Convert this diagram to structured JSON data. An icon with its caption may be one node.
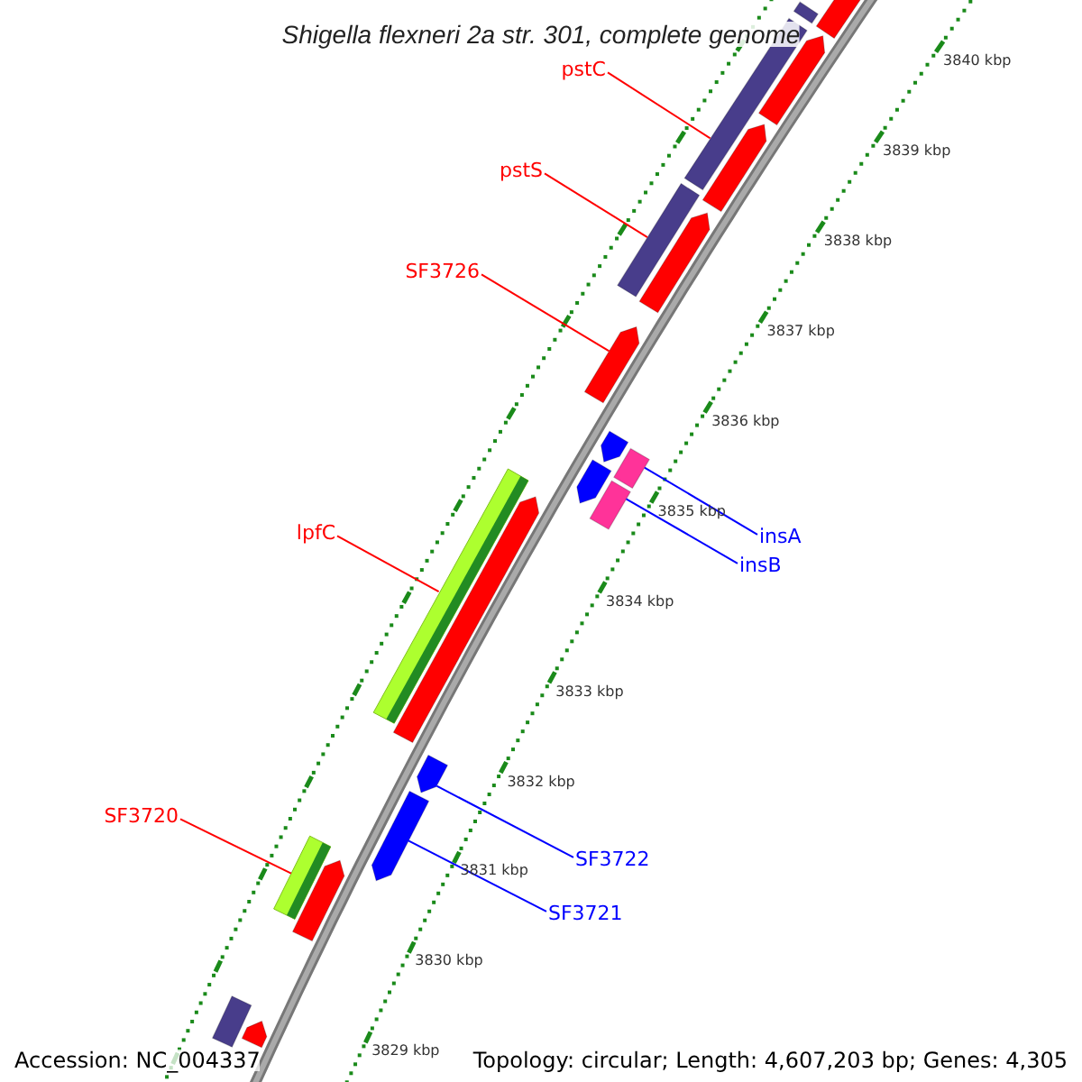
{
  "diagram": {
    "title": "Shigella flexneri 2a str. 301, complete genome",
    "nodes": [
      {
        "text": [],
        "shape": "bar"
      },
      {
        "text": [],
        "shape": "bar"
      },
      {
        "text": [],
        "shape": "bar"
      },
      {
        "text": [
          "pstC"
        ]
      },
      {
        "text": [],
        "shape": "bar"
      },
      {
        "text": [],
        "shape": "bar"
      },
      {
        "text": [
          "pstS"
        ]
      },
      {
        "text": [],
        "shape": "bar"
      },
      {
        "text": [],
        "shape": "bar"
      },
      {
        "text": [
          "SF3726"
        ]
      },
      {
        "text": [],
        "shape": "bar"
      },
      {
        "text": [],
        "shape": "bar"
      },
      {
        "text": [],
        "shape": "bar"
      },
      {
        "text": [],
        "shape": "bar"
      },
      {
        "text": [],
        "shape": "bar"
      },
      {
        "text": [
          "insA"
        ]
      },
      {
        "text": [
          "lpfC"
        ]
      },
      {
        "text": [],
        "shape": "bar"
      },
      {
        "text": [],
        "shape": "bar"
      },
      {
        "text": [
          "insB"
        ]
      },
      {
        "text": [],
        "shape": "bar"
      },
      {
        "text": [],
        "shape": "bar"
      },
      {
        "text": [
          "SF3720"
        ]
      },
      {
        "text": [],
        "shape": "bar"
      },
      {
        "text": [],
        "shape": "bar"
      },
      {
        "text": [
          "SF3722"
        ]
      },
      {
        "text": [
          "SF3721"
        ]
      },
      {
        "text": [],
        "shape": "bar"
      },
      {
        "text": [],
        "shape": "bar"
      }
    ],
    "edges": [
      {
        "from": 3,
        "to": 4,
        "arrow": "none"
      },
      {
        "from": 6,
        "to": 7,
        "arrow": "none"
      },
      {
        "from": 9,
        "to": 10,
        "arrow": "none"
      },
      {
        "from": 15,
        "to": 12,
        "arrow": "none",
        "color": "#0000ff"
      },
      {
        "from": 16,
        "to": 17,
        "arrow": "none"
      },
      {
        "from": 19,
        "to": 14,
        "arrow": "none",
        "color": "#0000ff"
      },
      {
        "from": 22,
        "to": 23,
        "arrow": "none"
      },
      {
        "from": 25,
        "to": 20,
        "arrow": "none",
        "color": "#0000ff"
      },
      {
        "from": 26,
        "to": 21,
        "arrow": "none",
        "color": "#0000ff"
      }
    ],
    "labels": [
      "3840 kbp",
      "3839 kbp",
      "3838 kbp",
      "3837 kbp",
      "3836 kbp",
      "3835 kbp",
      "3834 kbp",
      "3833 kbp",
      "3832 kbp",
      "3831 kbp",
      "3830 kbp",
      "3829 kbp",
      "Accession: NC_004337",
      "Topology: circular; Length: 4,607,203 bp; Genes: 4,305"
    ]
  }
}
